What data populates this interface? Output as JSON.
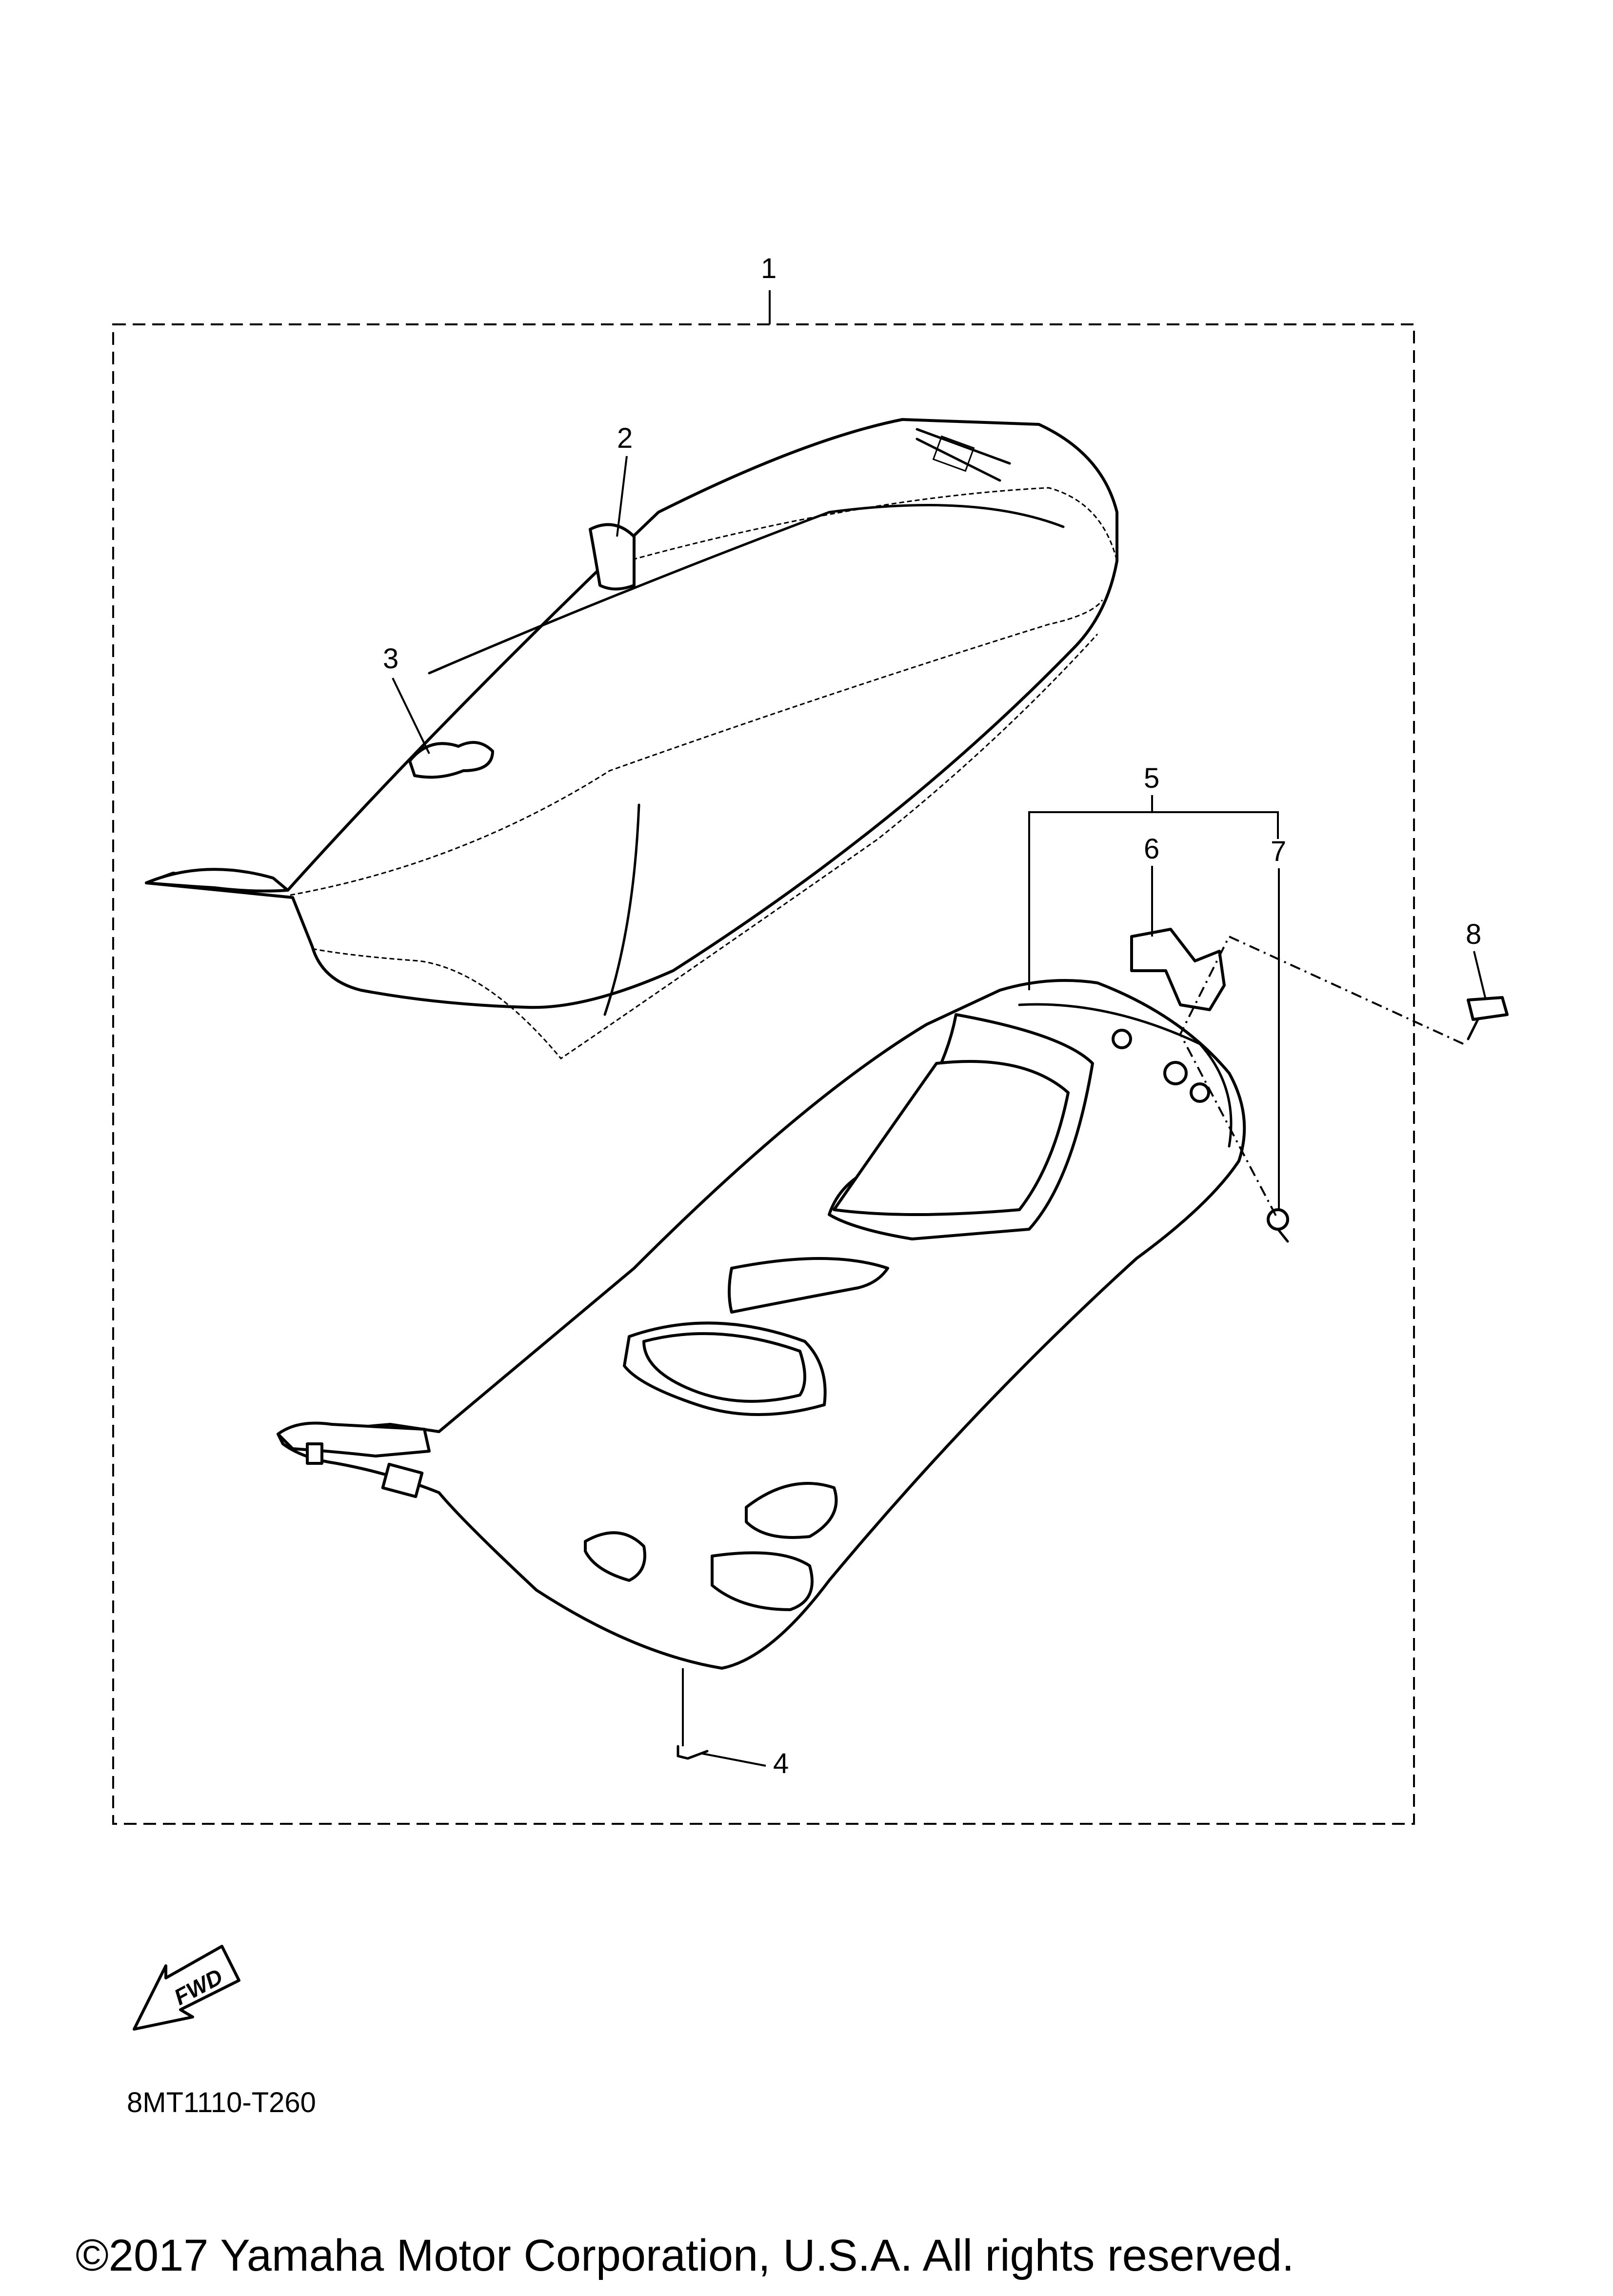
{
  "callouts": [
    {
      "id": "1",
      "label": "1"
    },
    {
      "id": "2",
      "label": "2"
    },
    {
      "id": "3",
      "label": "3"
    },
    {
      "id": "4",
      "label": "4"
    },
    {
      "id": "5",
      "label": "5"
    },
    {
      "id": "6",
      "label": "6"
    },
    {
      "id": "7",
      "label": "7"
    },
    {
      "id": "8",
      "label": "8"
    }
  ],
  "fwd_label": "FWD",
  "diagram_code": "8MT1110-T260",
  "copyright": "©2017 Yamaha Motor Corporation, U.S.A. All rights reserved."
}
